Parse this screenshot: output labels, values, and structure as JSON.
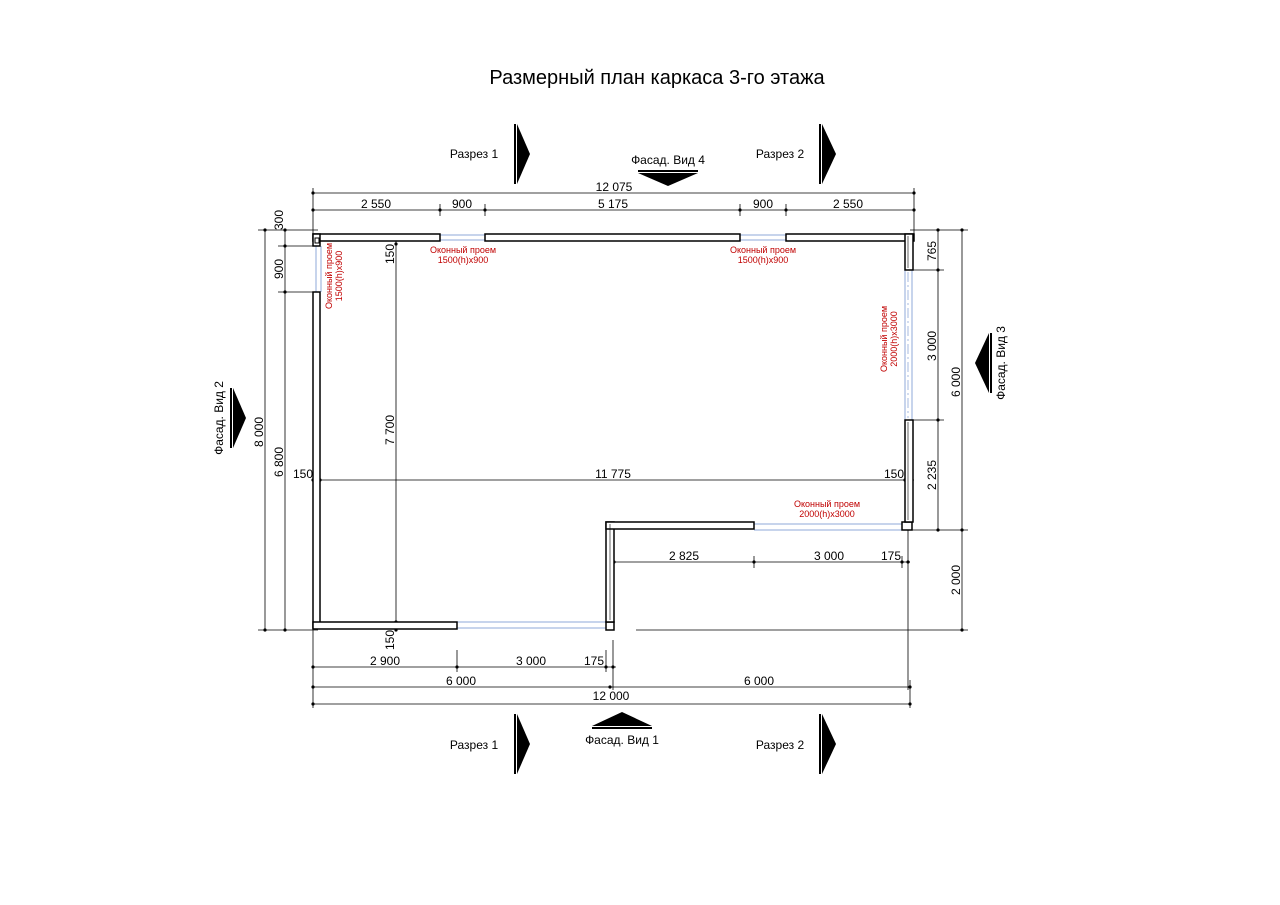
{
  "title": "Размерный план каркаса 3-го этажа",
  "sections": {
    "razrez1": "Разрез 1",
    "razrez2": "Разрез 2"
  },
  "facades": {
    "view1": "Фасад. Вид 1",
    "view2": "Фасад. Вид 2",
    "view3": "Фасад. Вид 3",
    "view4": "Фасад. Вид 4"
  },
  "windows": {
    "top_left": [
      "Оконный проем",
      "1500(h)x900"
    ],
    "top_right": [
      "Оконный проем",
      "1500(h)x900"
    ],
    "left": [
      "Оконный проем",
      "1500(h)x900"
    ],
    "right": [
      "Оконный проем",
      "2000(h)x3000"
    ],
    "step": [
      "Оконный проем",
      "2000(h)x3000"
    ]
  },
  "dims": {
    "top_total": "12 075",
    "top_a": "2 550",
    "top_b": "900",
    "top_c": "5 175",
    "top_d": "900",
    "top_e": "2 550",
    "left_300": "300",
    "left_900": "900",
    "left_6800": "6 800",
    "left_8000": "8 000",
    "inner_150_top": "150",
    "inner_7700": "7 700",
    "inner_150_bottom": "150",
    "mid_150_left": "150",
    "mid_11775": "11 775",
    "mid_150_right": "150",
    "right_765": "765",
    "right_3000": "3 000",
    "right_2235": "2 235",
    "right_6000": "6 000",
    "right_2000": "2 000",
    "step_2825": "2 825",
    "step_3000": "3 000",
    "step_175": "175",
    "bot_2900": "2 900",
    "bot_3000": "3 000",
    "bot_175": "175",
    "bot_6000_l": "6 000",
    "bot_6000_r": "6 000",
    "bot_total": "12 000"
  }
}
